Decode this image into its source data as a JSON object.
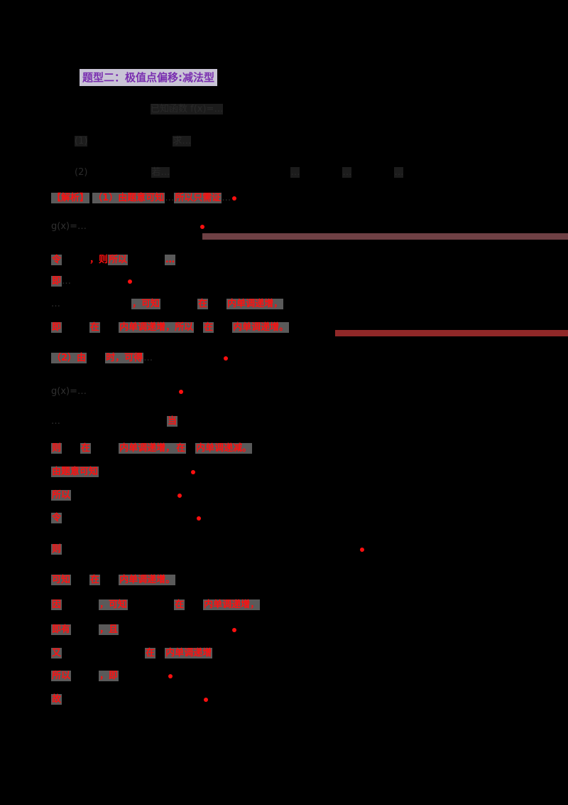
{
  "document": {
    "title": "题型二：极值点偏移:减法型",
    "colors": {
      "title_text": "#7a2fb0",
      "title_bg": "#c9c4d6",
      "solution_red": "#ff1010",
      "highlight_gray": "#5a5a5a",
      "background": "#000000"
    },
    "problem": {
      "line1": "已知函数 f(x)=…",
      "line2a": "(1)",
      "line2b": "求…",
      "line3a": "(2)",
      "line3b": "若…",
      "line3c": "…",
      "line3d": "…",
      "line3e": "…"
    },
    "solution": {
      "l1_label": "【解析】",
      "l1_part": "（1）由题意可知",
      "l1_mid": "…",
      "l1_tail": "所以只需证",
      "l1_end": "…",
      "l2_expr": "g(x)=…",
      "l3_a": "令",
      "l3_b": "，则",
      "l3_c": "所以",
      "l3_d": "…",
      "l4_a": "即",
      "l4_b": "…",
      "l5_a": "…",
      "l5_b": "，可知",
      "l5_c": "在",
      "l5_d": "内单调递增，",
      "l6_a": "即",
      "l6_b": "在",
      "l6_c": "内单调递增，所以",
      "l6_d": "在",
      "l6_e": "内单调递增。",
      "l7_a": "（2）由",
      "l7_b": "时，可得",
      "l7_c": "…",
      "l8_expr": "g(x)=…",
      "l9_text": "…",
      "l9_mid": "当",
      "l10_a": "则",
      "l10_b": "在",
      "l10_c": "内单调递增，",
      "l10_d": "在",
      "l10_e": "内单调递减。",
      "l11_a": "由题意可知",
      "l12_a": "所以",
      "l13_a": "令",
      "l14_a": "则",
      "l15_a": "可知",
      "l15_b": "在",
      "l15_c": "内单调递增。",
      "l16_a": "因",
      "l16_b": "，可知",
      "l16_c": "在",
      "l16_d": "内单调递增，",
      "l17_a": "即有",
      "l17_b": "，且",
      "l18_a": "又",
      "l18_b": "在",
      "l18_c": "内单调递增",
      "l19_a": "所以",
      "l19_b": "，即",
      "l20_a": "故"
    }
  }
}
